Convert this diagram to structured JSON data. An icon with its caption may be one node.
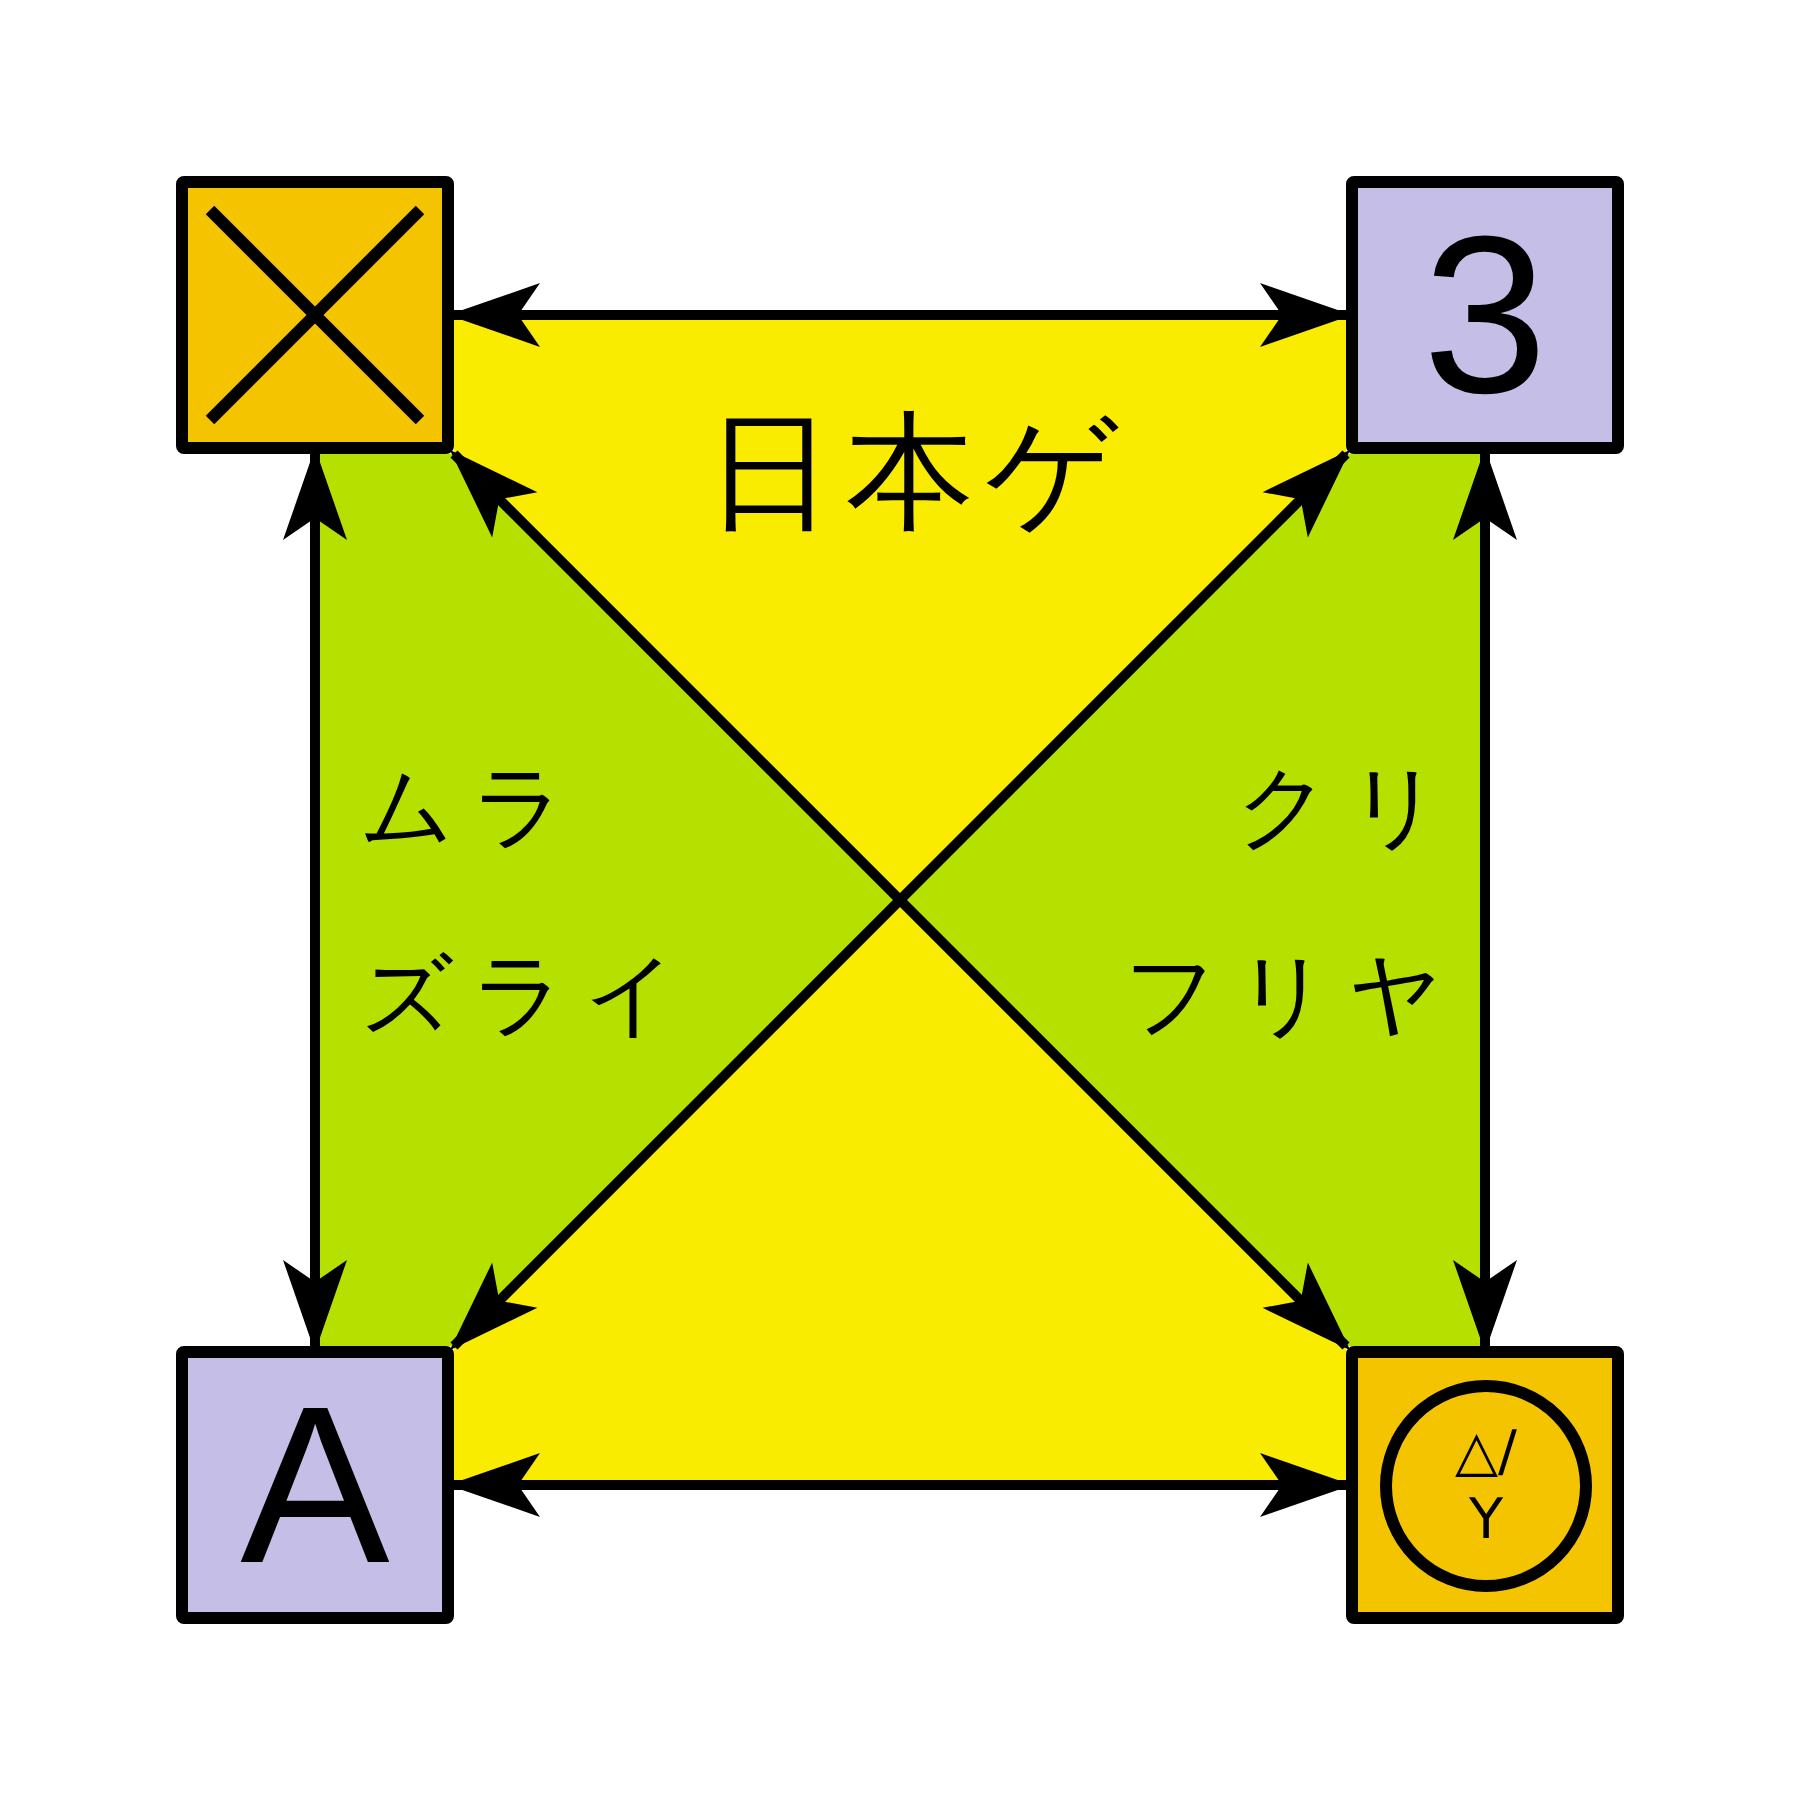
{
  "diagram": {
    "nodes": [
      {
        "text": [],
        "shape": "box"
      },
      {
        "text": [
          "3"
        ]
      },
      {
        "text": [
          "日本ゲ"
        ]
      },
      {
        "text": [
          "ムラズライ"
        ]
      },
      {
        "text": [
          "クリフリヤ"
        ]
      },
      {
        "text": [],
        "shape": "triangle"
      },
      {
        "text": [
          "A"
        ]
      },
      {
        "text": [],
        "shape": "box"
      },
      {
        "text": [
          "△/ Y"
        ],
        "in": 7
      }
    ],
    "edges": [
      {
        "from": 0,
        "to": 1,
        "arrow": "both"
      },
      {
        "from": 0,
        "to": 6,
        "arrow": "both"
      },
      {
        "from": 0,
        "to": 7,
        "arrow": "both"
      },
      {
        "from": 1,
        "to": 6,
        "arrow": "both"
      },
      {
        "from": 1,
        "to": 7,
        "arrow": "both"
      },
      {
        "from": 6,
        "to": 7,
        "arrow": "both"
      }
    ]
  }
}
